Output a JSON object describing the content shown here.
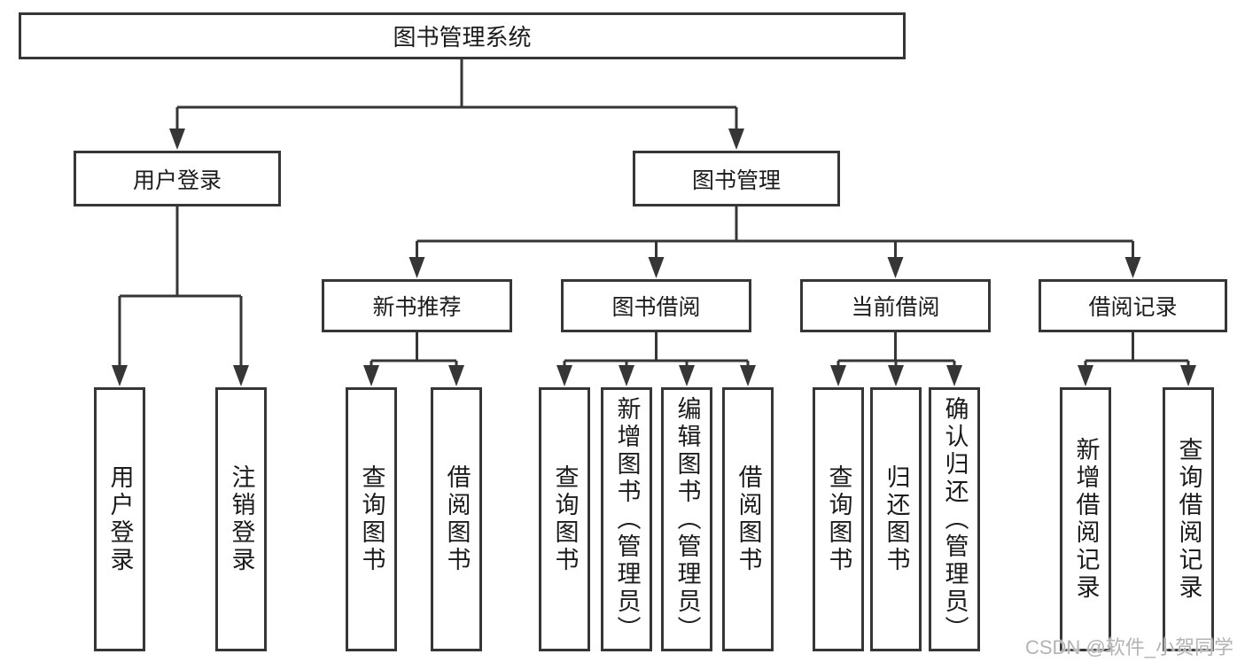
{
  "watermark": "CSDN @软件_小贺同学",
  "colors": {
    "line": "#363636",
    "text": "#1b1b1b",
    "watermark": "#b3b3b3",
    "background": "#ffffff"
  },
  "tree": {
    "label": "图书管理系统",
    "children": [
      {
        "label": "用户登录",
        "children": [
          {
            "label": "用户登录"
          },
          {
            "label": "注销登录"
          }
        ]
      },
      {
        "label": "图书管理",
        "children": [
          {
            "label": "新书推荐",
            "children": [
              {
                "label": "查询图书"
              },
              {
                "label": "借阅图书"
              }
            ]
          },
          {
            "label": "图书借阅",
            "children": [
              {
                "label": "查询图书"
              },
              {
                "label": "新增图书（管理员）"
              },
              {
                "label": "编辑图书（管理员）"
              },
              {
                "label": "借阅图书"
              }
            ]
          },
          {
            "label": "当前借阅",
            "children": [
              {
                "label": "查询图书"
              },
              {
                "label": "归还图书"
              },
              {
                "label": "确认归还（管理员）"
              }
            ]
          },
          {
            "label": "借阅记录",
            "children": [
              {
                "label": "新增借阅记录"
              },
              {
                "label": "查询借阅记录"
              }
            ]
          }
        ]
      }
    ]
  }
}
